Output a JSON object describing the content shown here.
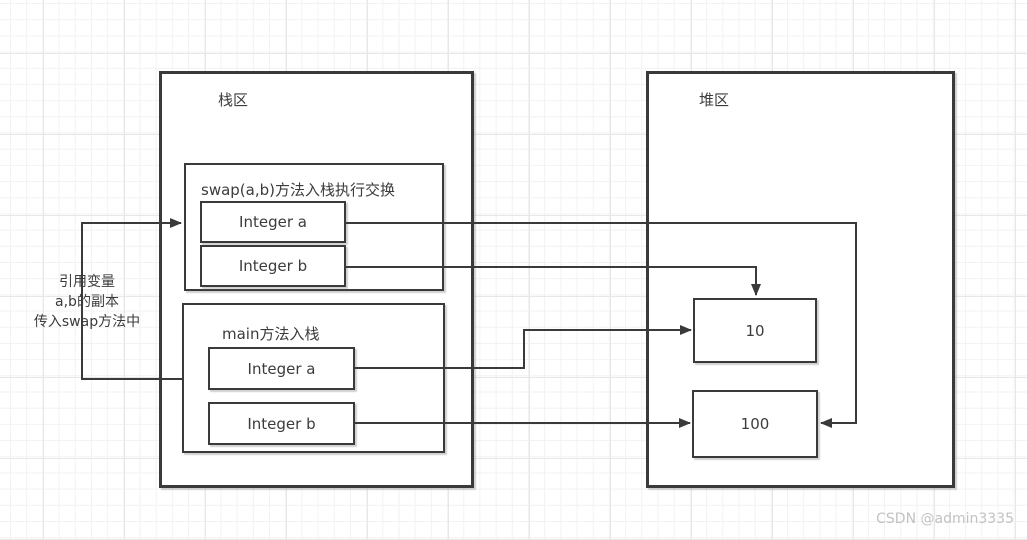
{
  "stack": {
    "title": "栈区",
    "frames": {
      "swap": {
        "title": "swap(a,b)方法入栈执行交换",
        "vars": {
          "a": "Integer a",
          "b": "Integer b"
        }
      },
      "main": {
        "title": "main方法入栈",
        "vars": {
          "a": "Integer a",
          "b": "Integer b"
        }
      }
    }
  },
  "heap": {
    "title": "堆区",
    "objects": {
      "ten": "10",
      "hundred": "100"
    }
  },
  "annotation": {
    "lines": [
      "引用变量",
      "a,b的副本",
      "传入swap方法中"
    ]
  },
  "watermark": {
    "text": "CSDN @admin3335"
  },
  "colors": {
    "stroke": "#3a3a3a",
    "text": "#3c3c3c",
    "box_fill": "#ffffff",
    "grid_minor": "#f2f2f2",
    "grid_major": "#e7e7e7",
    "watermark": "#c2c2c2"
  }
}
